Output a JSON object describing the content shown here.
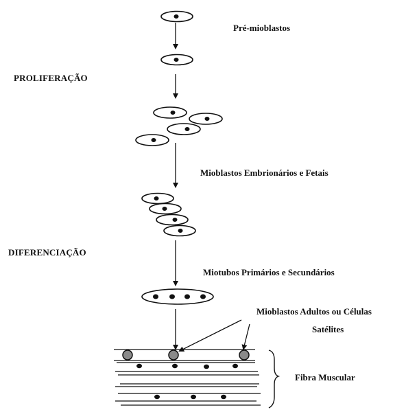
{
  "labels": {
    "pre_mioblastos": "Pré-mioblastos",
    "proliferacao": "PROLIFERAÇÃO",
    "mioblastos_embrionarios": "Mioblastos Embrionários e Fetais",
    "diferenciacao": "DIFERENCIAÇÃO",
    "miotubos": "Miotubos Primários e Secundários",
    "mioblastos_adultos_line1": "Mioblastos Adultos ou Células",
    "mioblastos_adultos_line2": "Satélites",
    "fibra_muscular": "Fibra Muscular"
  },
  "colors": {
    "ink": "#111111",
    "satellite_fill": "#8a8a8a"
  }
}
